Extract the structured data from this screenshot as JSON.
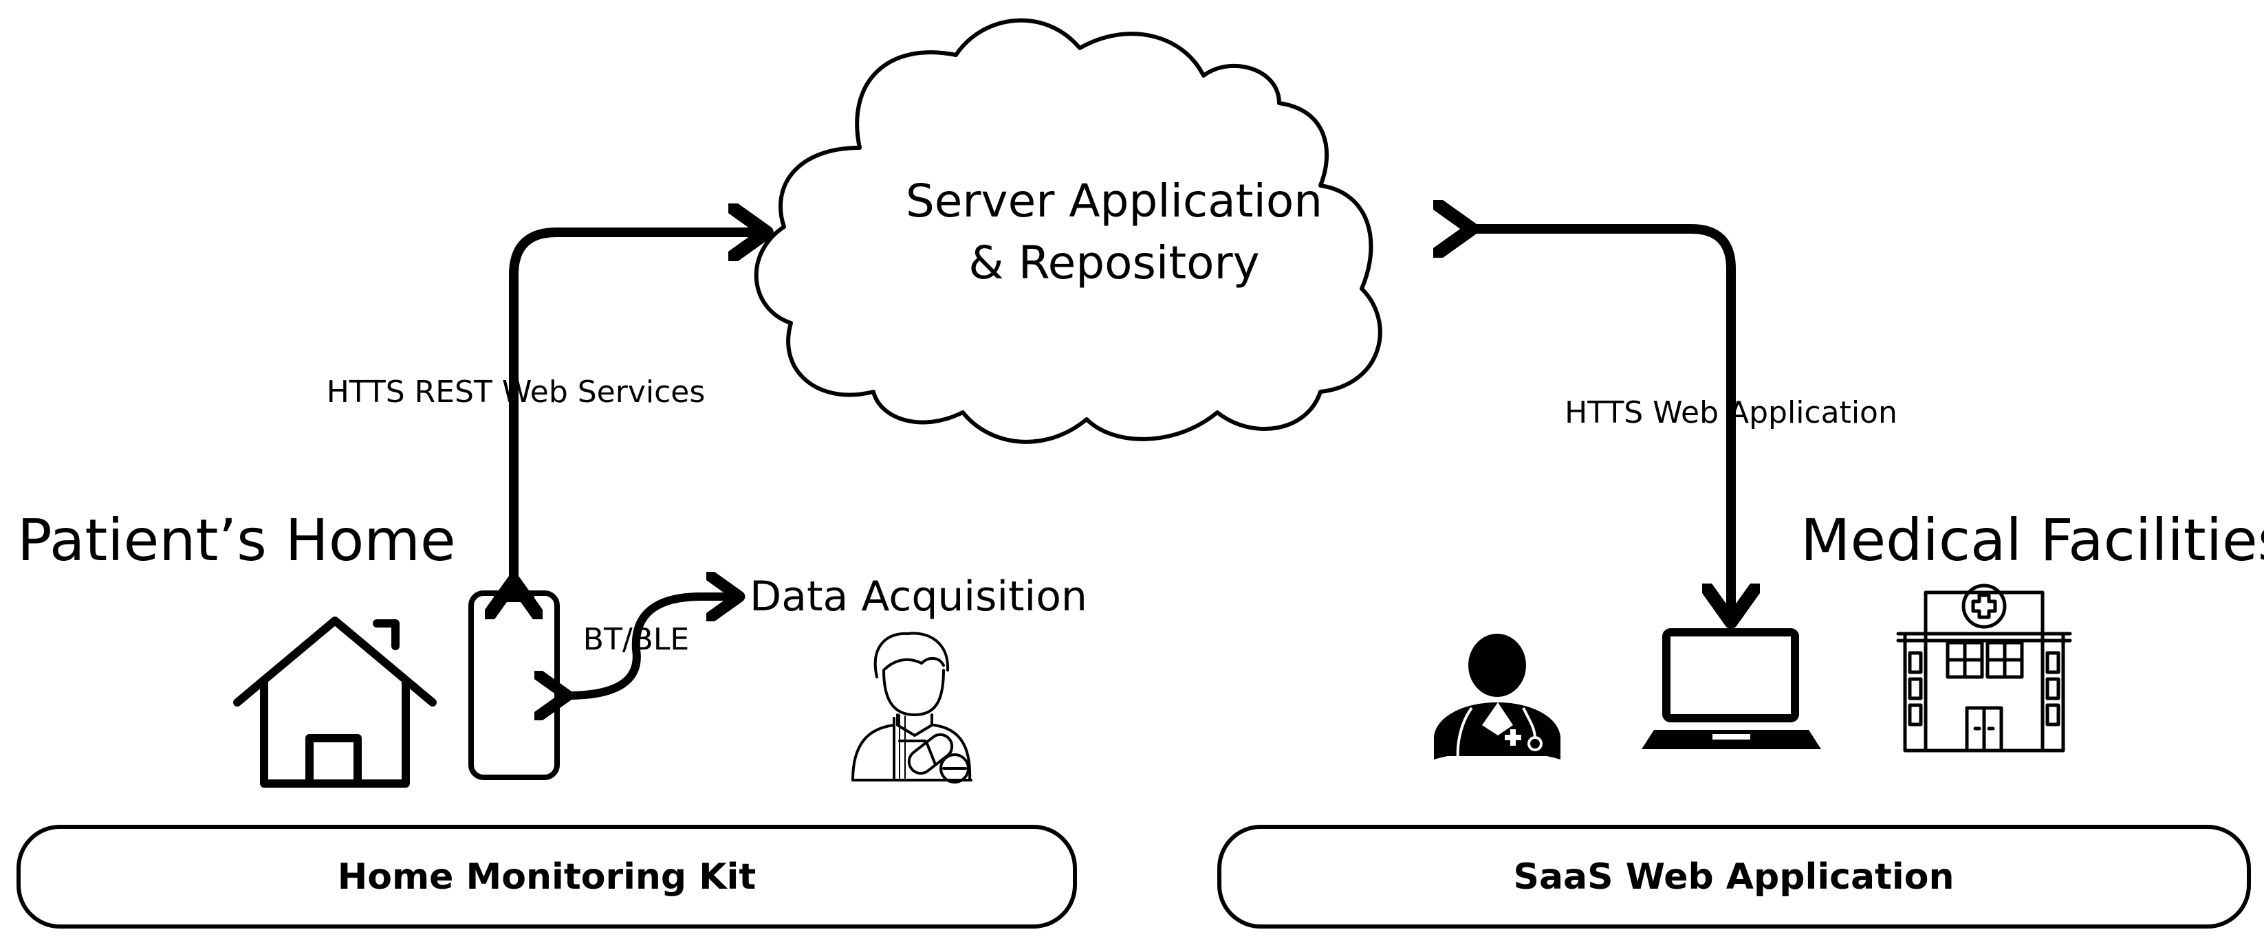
{
  "cloud": {
    "line1": "Server Application",
    "line2": "& Repository"
  },
  "sections": {
    "left_title": "Patient’s Home",
    "right_title": "Medical Facilities"
  },
  "connections": {
    "left_label": "HTTS REST Web Services",
    "right_label": "HTTS Web Application",
    "bluetooth_label": "BT/BLE"
  },
  "data_acquisition": {
    "label": "Data Acquisition"
  },
  "boxes": {
    "left": "Home Monitoring Kit",
    "right": "SaaS Web Application"
  },
  "icons": [
    "house-icon",
    "smartphone-icon",
    "patient-icon",
    "doctor-icon",
    "laptop-icon",
    "hospital-icon"
  ],
  "colors": {
    "ink": "#000000",
    "background": "#ffffff"
  }
}
